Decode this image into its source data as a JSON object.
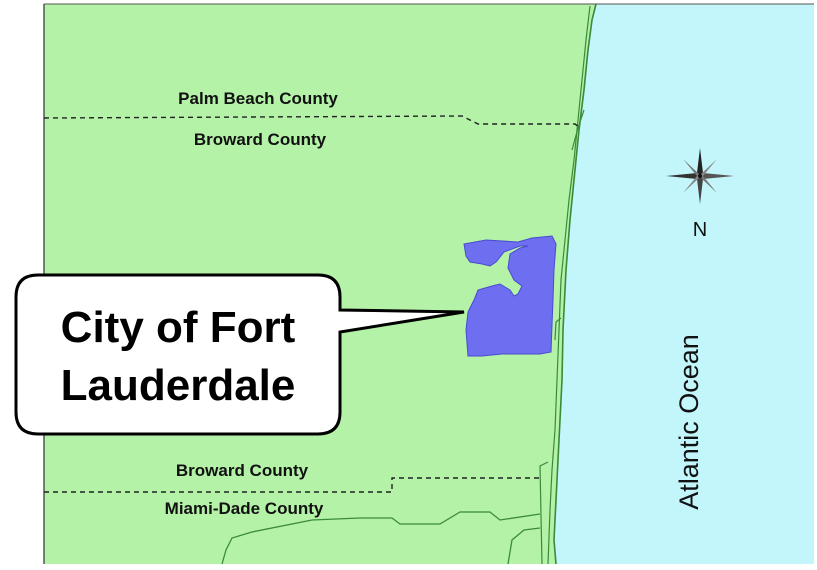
{
  "map": {
    "colors": {
      "land": "#b4f2a8",
      "ocean": "#c2f6fa",
      "city": "#6e6ef0",
      "boundary": "#3a8a3a",
      "county_line": "#222222",
      "frame": "#555555"
    },
    "county_labels": {
      "palm_beach": "Palm Beach County",
      "broward_north": "Broward County",
      "broward_south": "Broward County",
      "miami_dade": "Miami-Dade County"
    },
    "callout": {
      "line1": "City of Fort",
      "line2": "Lauderdale"
    },
    "ocean_label": "Atlantic Ocean",
    "compass": {
      "icon": "compass-rose-icon",
      "north_letter": "N"
    }
  }
}
